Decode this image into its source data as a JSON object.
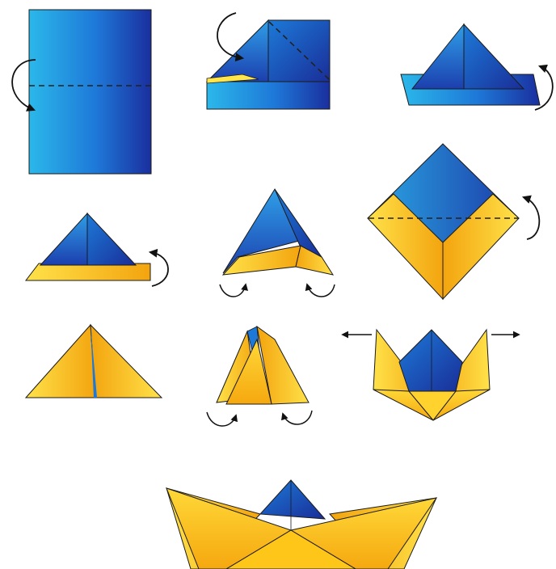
{
  "diagram": {
    "kind": "origami paper boat folding instructions",
    "step_count": 10,
    "colors": {
      "blue_light": "#2bb8ea",
      "blue_mid": "#1e78d8",
      "blue_dark": "#1a2f9e",
      "yellow_light": "#ffe44a",
      "yellow_mid": "#ffc414",
      "orange": "#f2a00c",
      "outline": "#1b1b1b",
      "fold_line": "#222222",
      "arrow": "#111111"
    },
    "steps": [
      {
        "name": "step-1-rectangle",
        "fold_line": "horizontal-dashed",
        "arrow": "fold-down"
      },
      {
        "name": "step-2-fold-corner",
        "fold_line": "diagonal-dashed",
        "arrow": "fold-over"
      },
      {
        "name": "step-3-triangle-with-brim",
        "arrow": "fold-back-right"
      },
      {
        "name": "step-4-fold-yellow-brim",
        "arrow": "fold-back-right"
      },
      {
        "name": "step-5-open-hat",
        "arrow": "pull-sides-out"
      },
      {
        "name": "step-6-diamond",
        "fold_line": "horizontal-dashed",
        "arrow": "fold-back-right"
      },
      {
        "name": "step-7-yellow-triangle"
      },
      {
        "name": "step-8-open-triangle",
        "arrow": "pull-sides-out"
      },
      {
        "name": "step-9-pull-apart",
        "arrow": "pull-left-and-right"
      },
      {
        "name": "step-10-finished-boat"
      }
    ]
  }
}
